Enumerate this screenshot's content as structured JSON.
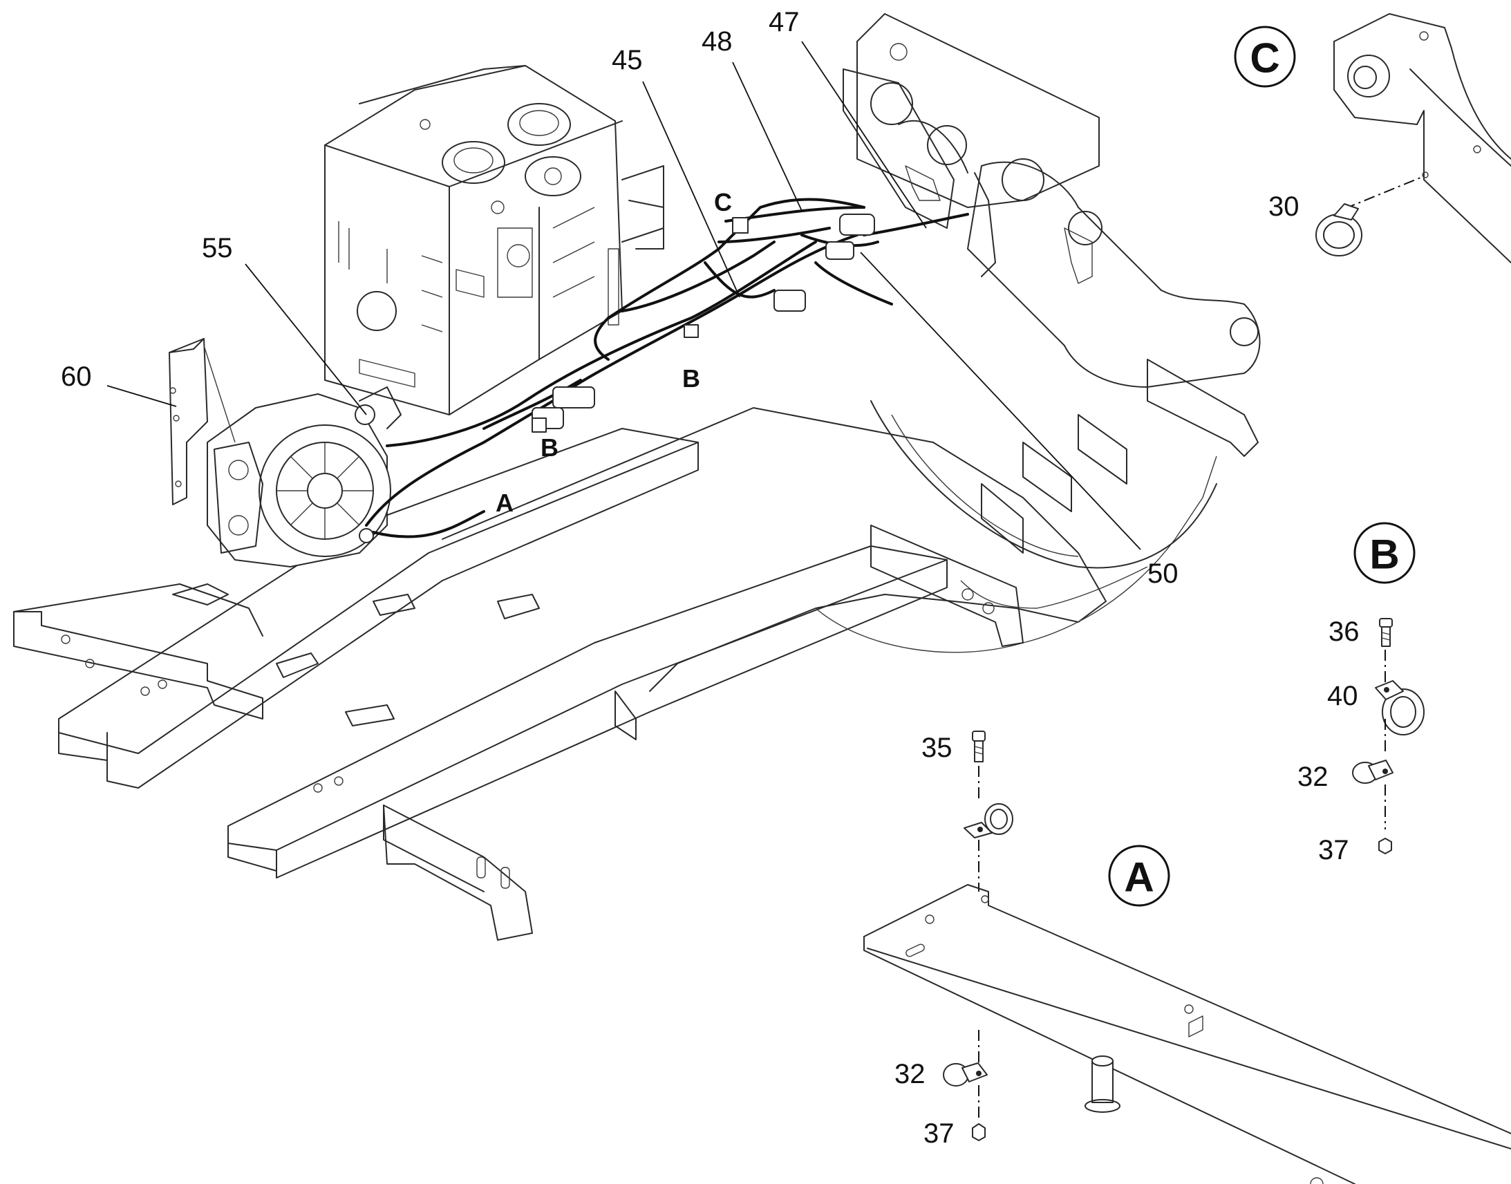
{
  "part_labels": {
    "p30": "30",
    "p32a": "32",
    "p32b": "32",
    "p35": "35",
    "p36": "36",
    "p37a": "37",
    "p37b": "37",
    "p40": "40",
    "p45": "45",
    "p47": "47",
    "p48": "48",
    "p50": "50",
    "p55": "55",
    "p60": "60"
  },
  "detail_views": {
    "a": "A",
    "b": "B",
    "c": "C"
  },
  "detail_refs": {
    "a": "A",
    "b1": "B",
    "b2": "B",
    "c": "C"
  }
}
